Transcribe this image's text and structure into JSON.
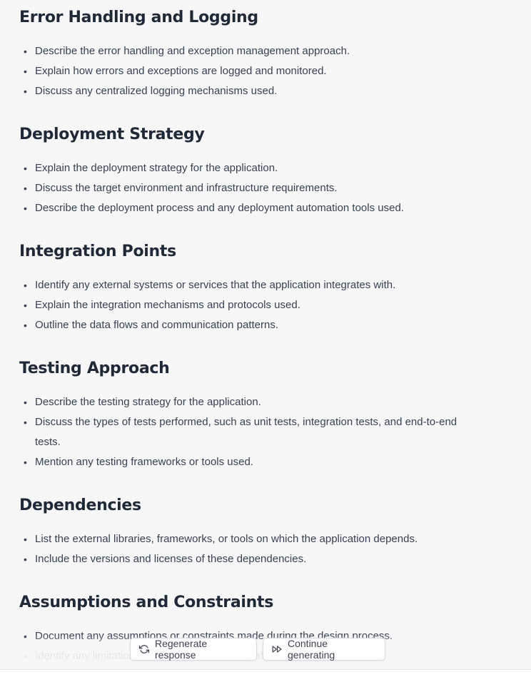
{
  "sections": [
    {
      "title": "Error Handling and Logging",
      "items": [
        "Describe the error handling and exception management approach.",
        "Explain how errors and exceptions are logged and monitored.",
        "Discuss any centralized logging mechanisms used."
      ]
    },
    {
      "title": "Deployment Strategy",
      "items": [
        "Explain the deployment strategy for the application.",
        "Discuss the target environment and infrastructure requirements.",
        "Describe the deployment process and any deployment automation tools used."
      ]
    },
    {
      "title": "Integration Points",
      "items": [
        "Identify any external systems or services that the application integrates with.",
        "Explain the integration mechanisms and protocols used.",
        "Outline the data flows and communication patterns."
      ]
    },
    {
      "title": "Testing Approach",
      "items": [
        "Describe the testing strategy for the application.",
        "Discuss the types of tests performed, such as unit tests, integration tests, and end-to-end tests.",
        "Mention any testing frameworks or tools used."
      ]
    },
    {
      "title": "Dependencies",
      "items": [
        "List the external libraries, frameworks, or tools on which the application depends.",
        "Include the versions and licenses of these dependencies."
      ]
    },
    {
      "title": "Assumptions and Constraints",
      "items": [
        "Document any assumptions or constraints made during the design process.",
        "Identify any limitations or constraints that may affect the implementation."
      ]
    }
  ],
  "actions": {
    "regenerate_label": "Regenerate response",
    "regenerate_icon": "refresh-icon",
    "continue_label": "Continue generating",
    "continue_icon": "fast-forward-icon"
  },
  "bullet_glyph": "•"
}
